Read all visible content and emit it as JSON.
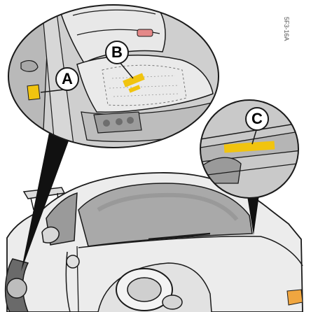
{
  "labels": {
    "a": "A",
    "b": "B",
    "c": "C"
  },
  "figure_code": "5F3-16A",
  "colors": {
    "highlight": "#f1c40f",
    "car_body": "#e9e9e9",
    "line": "#1a1a1a"
  }
}
